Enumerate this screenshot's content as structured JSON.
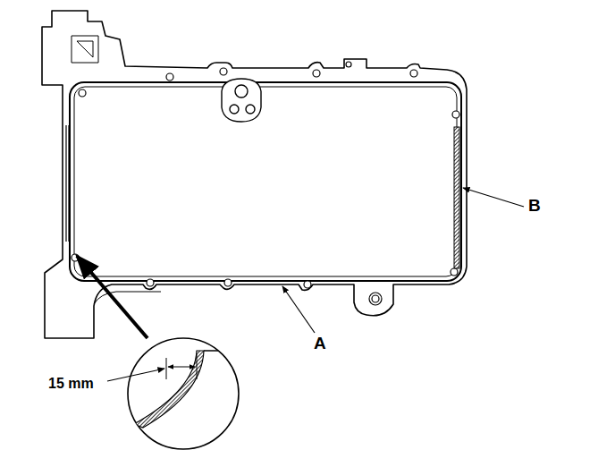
{
  "diagram": {
    "labels": [
      "15 mm",
      "A",
      "B"
    ]
  }
}
